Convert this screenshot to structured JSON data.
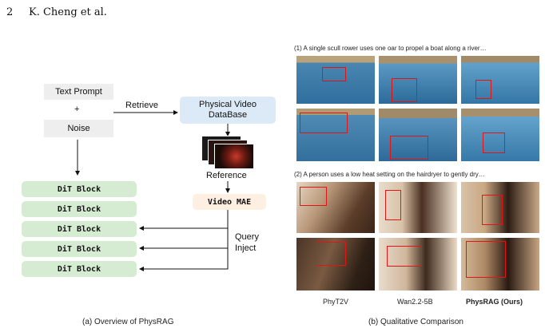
{
  "header": {
    "page_number": "2",
    "authors": "K. Cheng et al."
  },
  "diagram": {
    "text_prompt": "Text Prompt",
    "plus": "+",
    "noise": "Noise",
    "retrieve": "Retrieve",
    "database": "Physical Video DataBase",
    "reference": "Reference",
    "video_mae": "Video MAE",
    "dit_block": "DiT Block",
    "query": "Query",
    "inject": "Inject",
    "caption": "(a) Overview of PhysRAG"
  },
  "comparison": {
    "prompt1": "(1) A single scull rower uses one oar to propel a boat along a river…",
    "prompt2": "(2) A person uses a low heat setting on the hairdryer to gently dry…",
    "col1": "PhyT2V",
    "col2": "Wan2.2-5B",
    "col3": "PhysRAG (Ours)",
    "caption": "(b) Qualitative Comparison"
  },
  "colors": {
    "red_box": "#e01515",
    "dit_green": "#d6ecd2",
    "db_blue": "#dceaf7",
    "mae_orange": "#fdf0e2"
  }
}
